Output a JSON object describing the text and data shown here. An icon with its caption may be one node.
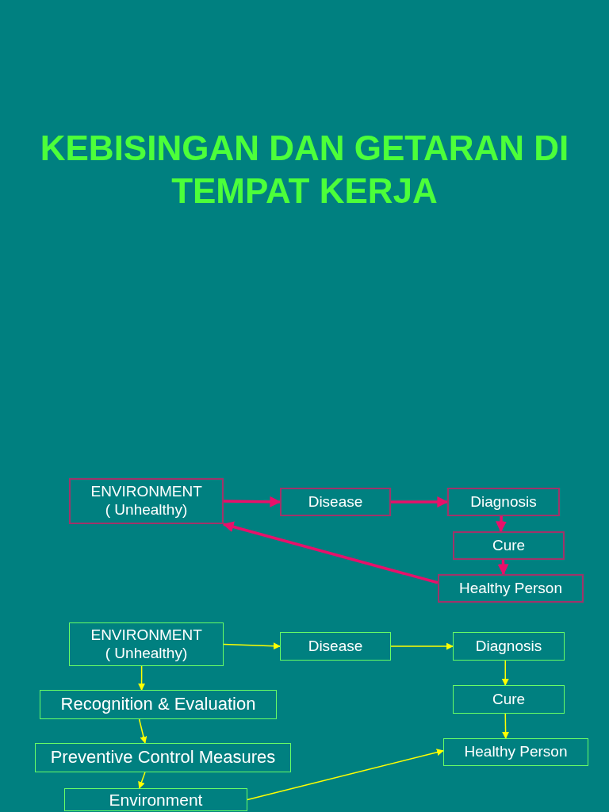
{
  "diagram": {
    "title": "KEBISINGAN DAN GETARAN DI TEMPAT KERJA",
    "nodes": [
      {
        "text": [
          "ENVIRONMENT ( Unhealthy)"
        ]
      },
      {
        "text": [
          "Disease"
        ]
      },
      {
        "text": [
          "Diagnosis"
        ]
      },
      {
        "text": [
          "Cure"
        ]
      },
      {
        "text": [
          "Healthy Person"
        ]
      },
      {
        "text": [
          "ENVIRONMENT ( Unhealthy)"
        ]
      },
      {
        "text": [
          "Disease"
        ]
      },
      {
        "text": [
          "Diagnosis"
        ]
      },
      {
        "text": [
          "Cure"
        ]
      },
      {
        "text": [
          "Recognition & Evaluation"
        ]
      },
      {
        "text": [
          "Healthy Person"
        ]
      },
      {
        "text": [
          "Preventive Control Measures"
        ]
      },
      {
        "text": [
          "Environment"
        ]
      }
    ],
    "edges": [
      {
        "from": 0,
        "to": 1,
        "arrow": "to",
        "style": "thick",
        "color": "#e8106a"
      },
      {
        "from": 1,
        "to": 2,
        "arrow": "to",
        "style": "thick",
        "color": "#e8106a"
      },
      {
        "from": 2,
        "to": 3,
        "arrow": "to",
        "style": "thick",
        "color": "#e8106a"
      },
      {
        "from": 3,
        "to": 4,
        "arrow": "to",
        "style": "thick",
        "color": "#e8106a"
      },
      {
        "from": 4,
        "to": 0,
        "arrow": "to",
        "style": "thick",
        "color": "#e8106a"
      },
      {
        "from": 5,
        "to": 6,
        "arrow": "to"
      },
      {
        "from": 6,
        "to": 7,
        "arrow": "to"
      },
      {
        "from": 7,
        "to": 8,
        "arrow": "to"
      },
      {
        "from": 8,
        "to": 10,
        "arrow": "to"
      },
      {
        "from": 5,
        "to": 9,
        "arrow": "to"
      },
      {
        "from": 9,
        "to": 11,
        "arrow": "to"
      },
      {
        "from": 11,
        "to": 12,
        "arrow": "to"
      },
      {
        "from": 12,
        "to": 10,
        "arrow": "to"
      }
    ]
  }
}
